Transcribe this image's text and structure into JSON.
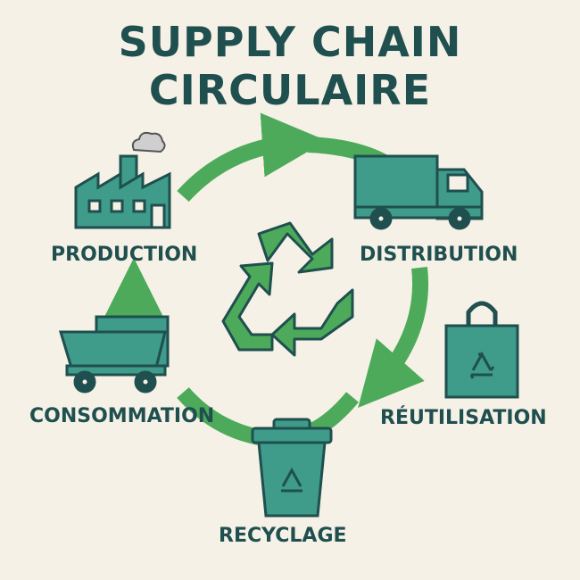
{
  "title_line1": "SUPPLY CHAIN",
  "title_line2": "CIRCULAIRE",
  "stages": {
    "production": "PRODUCTION",
    "distribution": "DISTRIBUTION",
    "reutilisation": "RÉUTILISATION",
    "recyclage": "RECYCLAGE",
    "consommation": "CONSOMMATION"
  },
  "colors": {
    "background": "#f6f1e6",
    "arrow_green": "#4daa5a",
    "icon_teal": "#3f9b8a",
    "outline": "#1f4f4f",
    "text": "#1f4f4f"
  },
  "icons": [
    "factory-icon",
    "truck-icon",
    "shopping-bag-icon",
    "recycle-bin-icon",
    "cart-icon",
    "recycle-symbol-icon"
  ]
}
